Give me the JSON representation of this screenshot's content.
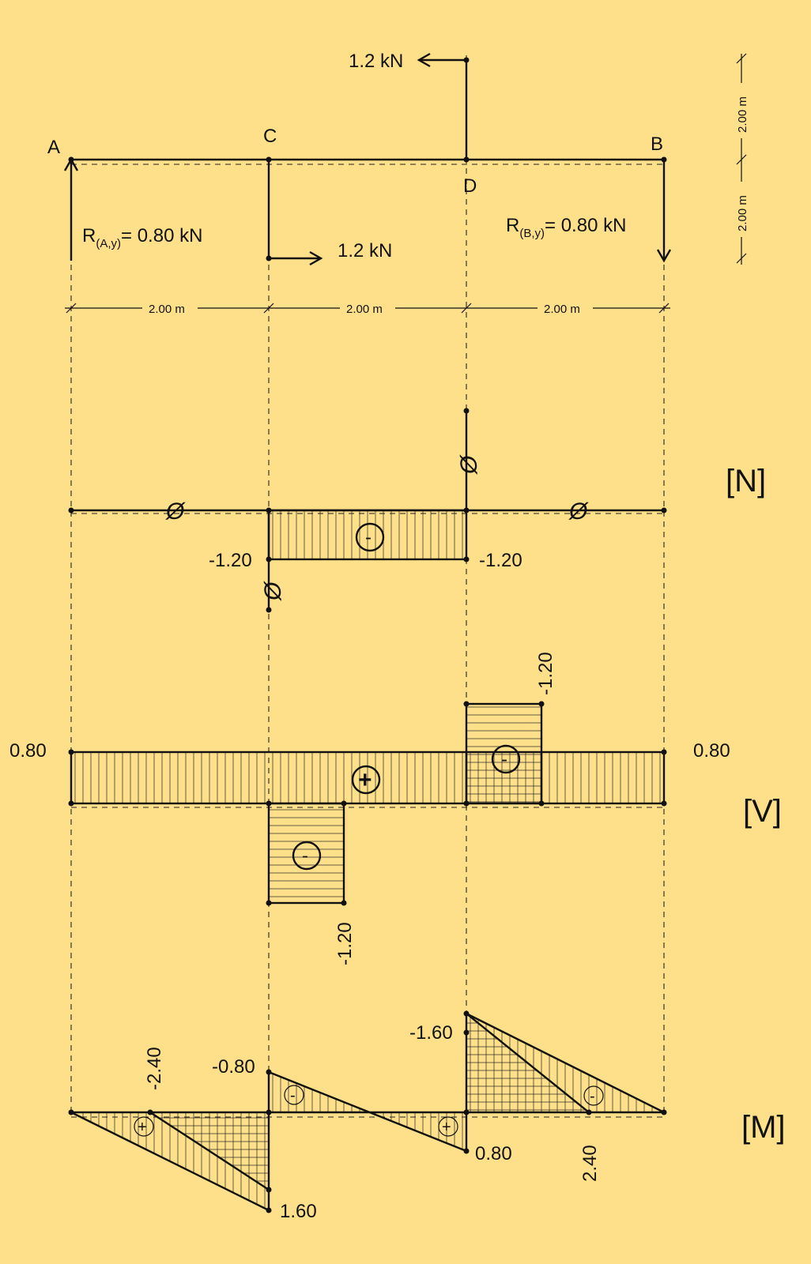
{
  "colors": {
    "background": "#FFE08A",
    "ink": "#111111"
  },
  "structure": {
    "points": {
      "A": "A",
      "B": "B",
      "C": "C",
      "D": "D"
    },
    "force_top": "1.2 kN",
    "force_bottom": "1.2 kN",
    "reaction_a": {
      "main": "R",
      "sub": "(A,y)",
      "value": "= 0.80 kN"
    },
    "reaction_b": {
      "main": "R",
      "sub": "(B,y)",
      "value": "= 0.80 kN"
    },
    "spans": [
      "2.00 m",
      "2.00 m",
      "2.00 m"
    ],
    "heights": [
      "2.00 m",
      "2.00 m"
    ]
  },
  "normal": {
    "title": "[N]",
    "zero_symbol": "Ø",
    "values": {
      "left": "-1.20",
      "right": "-1.20"
    },
    "sign": "-"
  },
  "shear": {
    "title": "[V]",
    "values": {
      "left": "0.80",
      "right": "0.80",
      "top": "-1.20",
      "bottom": "-1.20"
    },
    "signs": {
      "main": "+",
      "lower": "-",
      "upper": "-"
    }
  },
  "moment": {
    "title": "[M]",
    "values": {
      "a": "-2.40",
      "b": "-0.80",
      "c": "1.60",
      "d": "-1.60",
      "e": "0.80",
      "f": "2.40"
    },
    "signs": [
      "+",
      "-",
      "+",
      "-"
    ]
  }
}
